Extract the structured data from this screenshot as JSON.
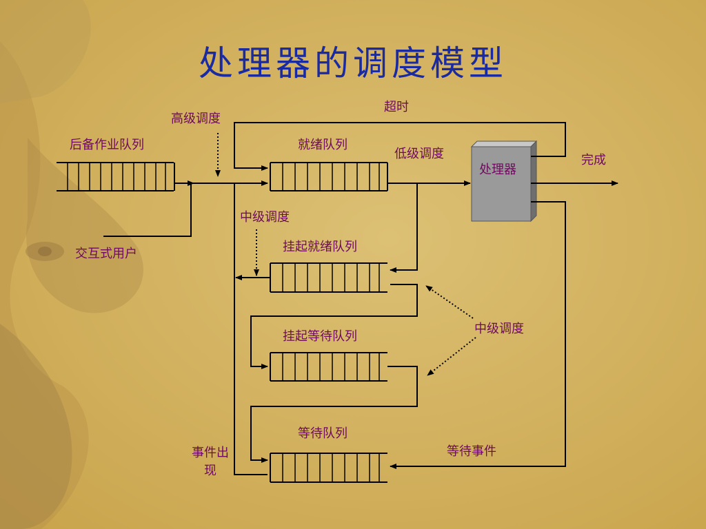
{
  "title": "处理器的调度模型",
  "labels": {
    "timeout": "超时",
    "high_sched": "高级调度",
    "backup_queue": "后备作业队列",
    "ready_queue": "就绪队列",
    "low_sched": "低级调度",
    "processor": "处理器",
    "complete": "完成",
    "interactive_user": "交互式用户",
    "mid_sched_top": "中级调度",
    "suspend_ready_queue": "挂起就绪队列",
    "mid_sched_right": "中级调度",
    "suspend_wait_queue": "挂起等待队列",
    "wait_queue": "等待队列",
    "wait_event": "等待事件",
    "event_occurs": "事件出现"
  },
  "colors": {
    "title": "#1a2aa0",
    "label": "#6e0a5e",
    "line": "#000000",
    "background": "#d4b45f",
    "processor_fill": "#9a9a9a"
  }
}
